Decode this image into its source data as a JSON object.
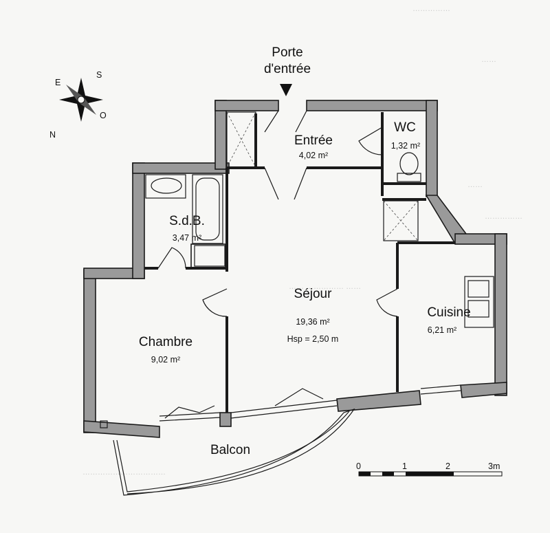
{
  "labels": {
    "entrance": [
      "Porte",
      "d'entrée"
    ],
    "entree": "Entrée",
    "entree_area": "4,02 m²",
    "wc": "WC",
    "wc_area": "1,32 m²",
    "sdb": "S.d.B.",
    "sdb_area": "3,47 m²",
    "sejour": "Séjour",
    "sejour_area": "19,36 m²",
    "sejour_hsp": "Hsp = 2,50 m",
    "chambre": "Chambre",
    "chambre_area": "9,02 m²",
    "cuisine": "Cuisine",
    "cuisine_area": "6,21 m²",
    "balcon": "Balcon"
  },
  "compass": {
    "letters": [
      "S",
      "O",
      "N",
      "E"
    ]
  },
  "scale": {
    "ticks": [
      "0",
      "1",
      "2",
      "3m"
    ]
  },
  "colors": {
    "wall": "#9a9a9a",
    "line": "#1a1a1a",
    "paper": "#f7f7f5"
  }
}
